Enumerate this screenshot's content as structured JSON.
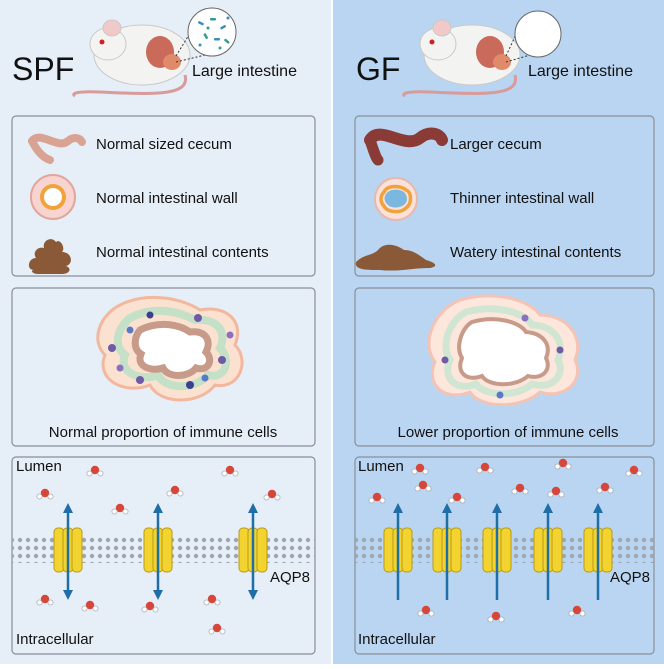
{
  "colors": {
    "spf_bg": "#e6eef8",
    "gf_bg": "#b9d5f1",
    "box_stroke": "#8a8f96",
    "membrane": "#9fa6b0",
    "channel": "#f2d330",
    "arrow": "#1e6fa8",
    "water_o": "#d8463a"
  },
  "spf": {
    "title": "SPF",
    "organ_label": "Large intestine",
    "features": [
      {
        "icon": "cecum-icon",
        "text": "Normal sized cecum"
      },
      {
        "icon": "intestinal-wall-icon",
        "text": "Normal intestinal wall"
      },
      {
        "icon": "intestinal-contents-icon",
        "text": "Normal intestinal contents"
      }
    ],
    "immune_caption": "Normal proportion of immune cells",
    "lumen_label": "Lumen",
    "intracellular_label": "Intracellular",
    "channel_label": "AQP8",
    "channel_count": 3,
    "flow": "bidirectional"
  },
  "gf": {
    "title": "GF",
    "organ_label": "Large intestine",
    "features": [
      {
        "icon": "cecum-icon",
        "text": "Larger cecum"
      },
      {
        "icon": "intestinal-wall-icon",
        "text": "Thinner intestinal wall"
      },
      {
        "icon": "intestinal-contents-icon",
        "text": "Watery intestinal contents"
      }
    ],
    "immune_caption": "Lower proportion of immune cells",
    "lumen_label": "Lumen",
    "intracellular_label": "Intracellular",
    "channel_label": "AQP8",
    "channel_count": 5,
    "flow": "outward"
  }
}
